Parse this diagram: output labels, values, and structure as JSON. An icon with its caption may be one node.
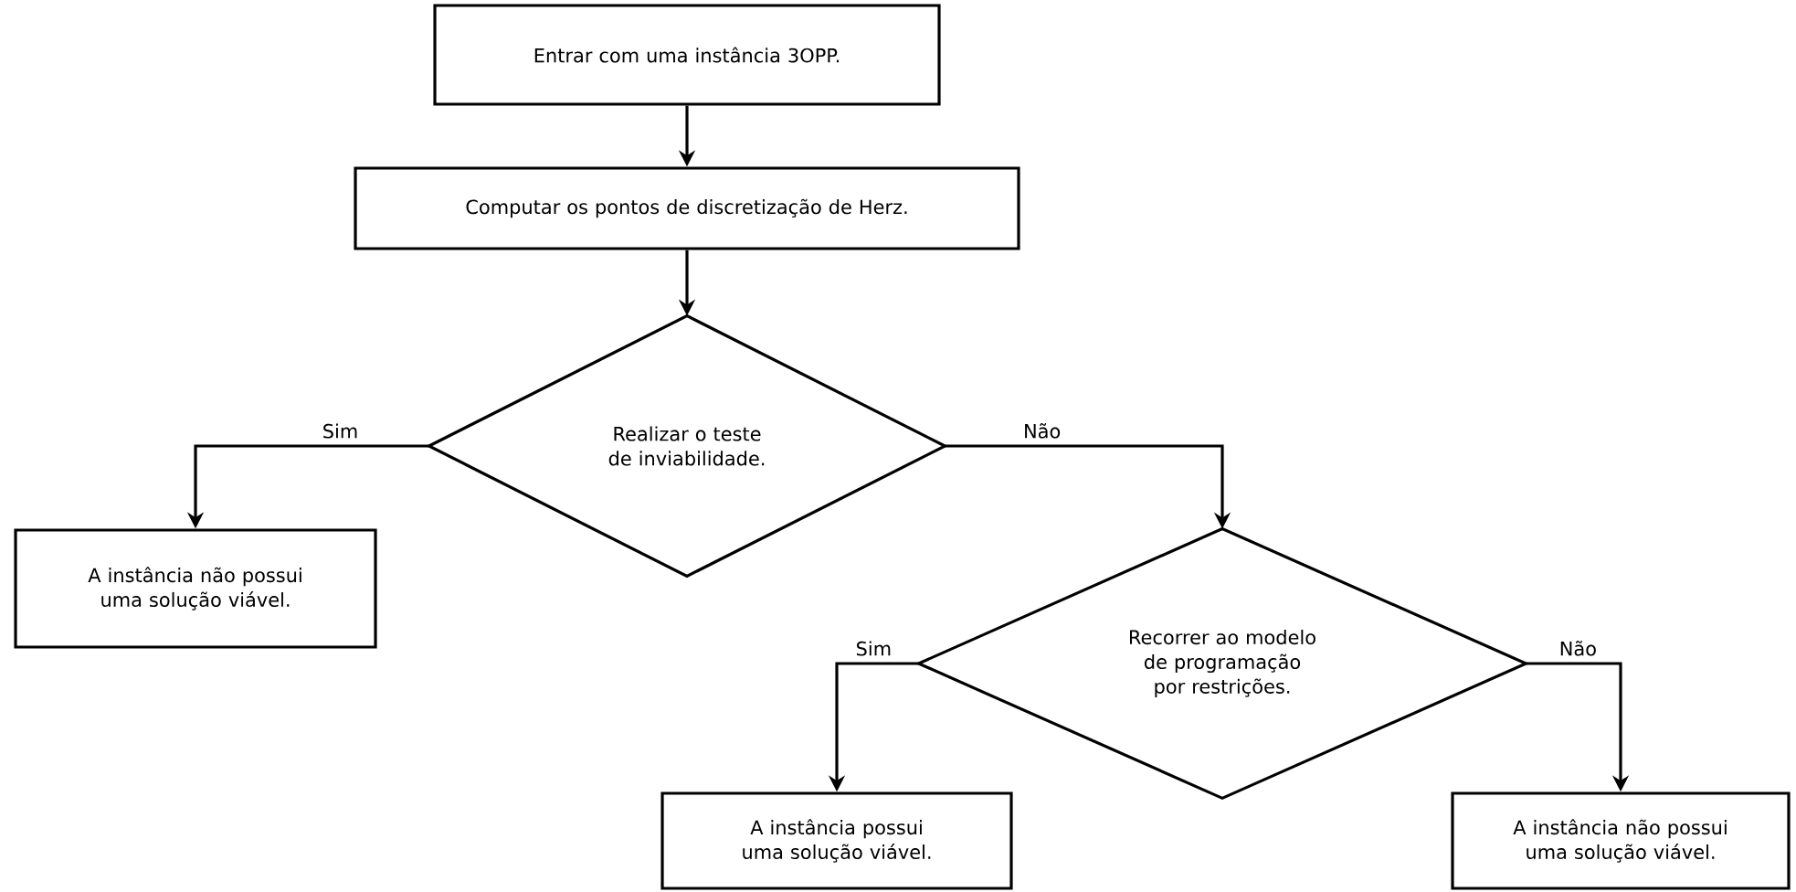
{
  "diagram": {
    "nodes": [
      {
        "text": [
          "Entrar com uma instância 3OPP."
        ]
      },
      {
        "text": [
          "Computar os pontos de discretização de Herz."
        ]
      },
      {
        "text": [
          "Realizar o teste de inviabilidade."
        ]
      },
      {
        "text": [
          "A instância não possui uma solução viável."
        ]
      },
      {
        "text": [
          "Recorrer ao modelo de programação por restrições."
        ]
      },
      {
        "text": [
          "A instância possui uma solução viável."
        ]
      },
      {
        "text": [
          "A instância não possui uma solução viável."
        ]
      }
    ],
    "edges": [
      {
        "from": 0,
        "to": 1,
        "arrow": "to"
      },
      {
        "from": 1,
        "to": 2,
        "arrow": "to"
      },
      {
        "from": 2,
        "to": 3,
        "arrow": "to",
        "label": "Sim"
      },
      {
        "from": 2,
        "to": 4,
        "arrow": "to",
        "label": "Não"
      },
      {
        "from": 4,
        "to": 5,
        "arrow": "to",
        "label": "Sim"
      },
      {
        "from": 4,
        "to": 6,
        "arrow": "to",
        "label": "Não"
      }
    ]
  }
}
